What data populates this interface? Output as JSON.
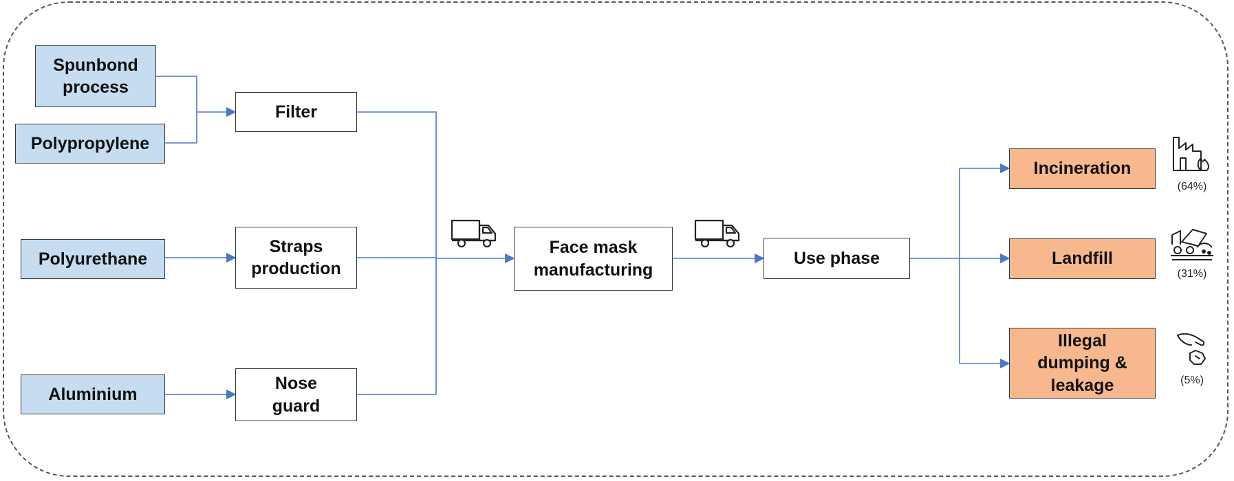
{
  "inputs": {
    "spunbond": "Spunbond process",
    "polypropylene": "Polypropylene",
    "polyurethane": "Polyurethane",
    "aluminium": "Aluminium"
  },
  "components": {
    "filter": "Filter",
    "straps": "Straps production",
    "nose_guard": "Nose guard"
  },
  "process": {
    "manufacturing": "Face mask manufacturing",
    "use_phase": "Use phase"
  },
  "end_of_life": {
    "incineration": {
      "label": "Incineration",
      "share": "(64%)",
      "icon": "factory-fire-icon"
    },
    "landfill": {
      "label": "Landfill",
      "share": "(31%)",
      "icon": "dump-truck-icon"
    },
    "dumping": {
      "label": "Illegal dumping & leakage",
      "share": "(5%)",
      "icon": "hand-dropping-litter-icon"
    }
  },
  "transport_icons": [
    "truck-icon",
    "truck-icon"
  ],
  "colors": {
    "input": "#c6dcf0",
    "end_of_life": "#f8b88e",
    "arrow": "#4a78c8"
  }
}
